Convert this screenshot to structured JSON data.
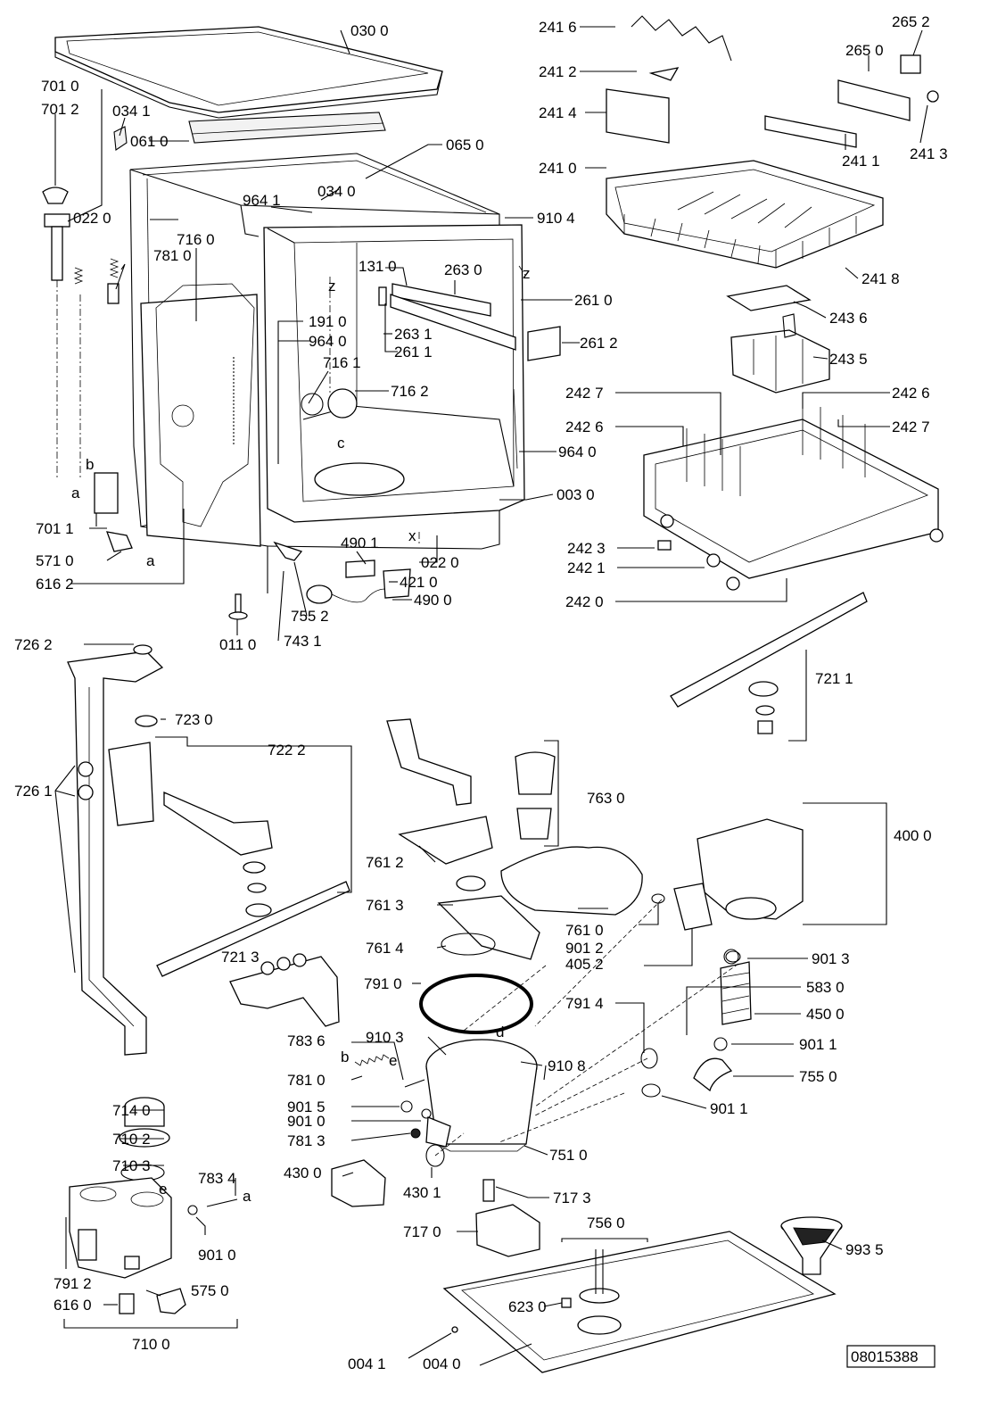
{
  "drawing_code": "08015388",
  "letters": [
    "a",
    "b",
    "c",
    "d",
    "e",
    "x",
    "z"
  ],
  "labels": [
    {
      "id": "030-0",
      "text": "030 0"
    },
    {
      "id": "701-0",
      "text": "701 0"
    },
    {
      "id": "701-2",
      "text": "701 2"
    },
    {
      "id": "034-1",
      "text": "034 1"
    },
    {
      "id": "061-0",
      "text": "061 0"
    },
    {
      "id": "065-0",
      "text": "065 0"
    },
    {
      "id": "034-0",
      "text": "034 0"
    },
    {
      "id": "022-0a",
      "text": "022 0"
    },
    {
      "id": "964-1",
      "text": "964 1"
    },
    {
      "id": "910-4",
      "text": "910 4"
    },
    {
      "id": "716-0",
      "text": "716 0"
    },
    {
      "id": "781-0a",
      "text": "781 0"
    },
    {
      "id": "131-0",
      "text": "131 0"
    },
    {
      "id": "263-0",
      "text": "263 0"
    },
    {
      "id": "261-0",
      "text": "261 0"
    },
    {
      "id": "191-0",
      "text": "191 0"
    },
    {
      "id": "964-0a",
      "text": "964 0"
    },
    {
      "id": "263-1",
      "text": "263 1"
    },
    {
      "id": "261-1",
      "text": "261 1"
    },
    {
      "id": "261-2",
      "text": "261 2"
    },
    {
      "id": "716-1",
      "text": "716 1"
    },
    {
      "id": "716-2",
      "text": "716 2"
    },
    {
      "id": "964-0b",
      "text": "964 0"
    },
    {
      "id": "003-0",
      "text": "003 0"
    },
    {
      "id": "701-1",
      "text": "701 1"
    },
    {
      "id": "571-0",
      "text": "571 0"
    },
    {
      "id": "616-2",
      "text": "616 2"
    },
    {
      "id": "490-1",
      "text": "490 1"
    },
    {
      "id": "022-0b",
      "text": "022 0"
    },
    {
      "id": "421-0",
      "text": "421 0"
    },
    {
      "id": "490-0",
      "text": "490 0"
    },
    {
      "id": "755-2",
      "text": "755 2"
    },
    {
      "id": "743-1",
      "text": "743 1"
    },
    {
      "id": "011-0",
      "text": "011 0"
    },
    {
      "id": "241-6",
      "text": "241 6"
    },
    {
      "id": "265-2",
      "text": "265 2"
    },
    {
      "id": "265-0",
      "text": "265 0"
    },
    {
      "id": "241-2",
      "text": "241 2"
    },
    {
      "id": "241-4",
      "text": "241 4"
    },
    {
      "id": "241-1",
      "text": "241 1"
    },
    {
      "id": "241-3",
      "text": "241 3"
    },
    {
      "id": "241-0",
      "text": "241 0"
    },
    {
      "id": "241-8",
      "text": "241 8"
    },
    {
      "id": "243-6",
      "text": "243 6"
    },
    {
      "id": "243-5",
      "text": "243 5"
    },
    {
      "id": "242-7a",
      "text": "242 7"
    },
    {
      "id": "242-6a",
      "text": "242 6"
    },
    {
      "id": "242-6b",
      "text": "242 6"
    },
    {
      "id": "242-7b",
      "text": "242 7"
    },
    {
      "id": "242-3",
      "text": "242 3"
    },
    {
      "id": "242-1",
      "text": "242 1"
    },
    {
      "id": "242-0",
      "text": "242 0"
    },
    {
      "id": "721-1",
      "text": "721 1"
    },
    {
      "id": "726-2",
      "text": "726 2"
    },
    {
      "id": "723-0",
      "text": "723 0"
    },
    {
      "id": "722-2",
      "text": "722 2"
    },
    {
      "id": "726-1",
      "text": "726 1"
    },
    {
      "id": "721-3",
      "text": "721 3"
    },
    {
      "id": "763-0",
      "text": "763 0"
    },
    {
      "id": "400-0",
      "text": "400 0"
    },
    {
      "id": "761-2",
      "text": "761 2"
    },
    {
      "id": "761-3",
      "text": "761 3"
    },
    {
      "id": "761-0",
      "text": "761 0"
    },
    {
      "id": "901-2",
      "text": "901 2"
    },
    {
      "id": "405-2",
      "text": "405 2"
    },
    {
      "id": "761-4",
      "text": "761 4"
    },
    {
      "id": "901-3",
      "text": "901 3"
    },
    {
      "id": "791-0",
      "text": "791 0"
    },
    {
      "id": "583-0",
      "text": "583 0"
    },
    {
      "id": "791-4",
      "text": "791 4"
    },
    {
      "id": "450-0",
      "text": "450 0"
    },
    {
      "id": "910-3",
      "text": "910 3"
    },
    {
      "id": "783-6",
      "text": "783 6"
    },
    {
      "id": "901-1a",
      "text": "901 1"
    },
    {
      "id": "910-8",
      "text": "910 8"
    },
    {
      "id": "781-0b",
      "text": "781 0"
    },
    {
      "id": "755-0",
      "text": "755 0"
    },
    {
      "id": "714-0",
      "text": "714 0"
    },
    {
      "id": "901-5",
      "text": "901 5"
    },
    {
      "id": "901-0a",
      "text": "901 0"
    },
    {
      "id": "901-1b",
      "text": "901 1"
    },
    {
      "id": "781-3",
      "text": "781 3"
    },
    {
      "id": "710-2",
      "text": "710 2"
    },
    {
      "id": "751-0",
      "text": "751 0"
    },
    {
      "id": "710-3",
      "text": "710 3"
    },
    {
      "id": "430-0",
      "text": "430 0"
    },
    {
      "id": "783-4",
      "text": "783 4"
    },
    {
      "id": "430-1",
      "text": "430 1"
    },
    {
      "id": "717-3",
      "text": "717 3"
    },
    {
      "id": "717-0",
      "text": "717 0"
    },
    {
      "id": "756-0",
      "text": "756 0"
    },
    {
      "id": "901-0b",
      "text": "901 0"
    },
    {
      "id": "993-5",
      "text": "993 5"
    },
    {
      "id": "791-2",
      "text": "791 2"
    },
    {
      "id": "575-0",
      "text": "575 0"
    },
    {
      "id": "616-0",
      "text": "616 0"
    },
    {
      "id": "623-0",
      "text": "623 0"
    },
    {
      "id": "710-0",
      "text": "710 0"
    },
    {
      "id": "004-1",
      "text": "004 1"
    },
    {
      "id": "004-0",
      "text": "004 0"
    }
  ]
}
